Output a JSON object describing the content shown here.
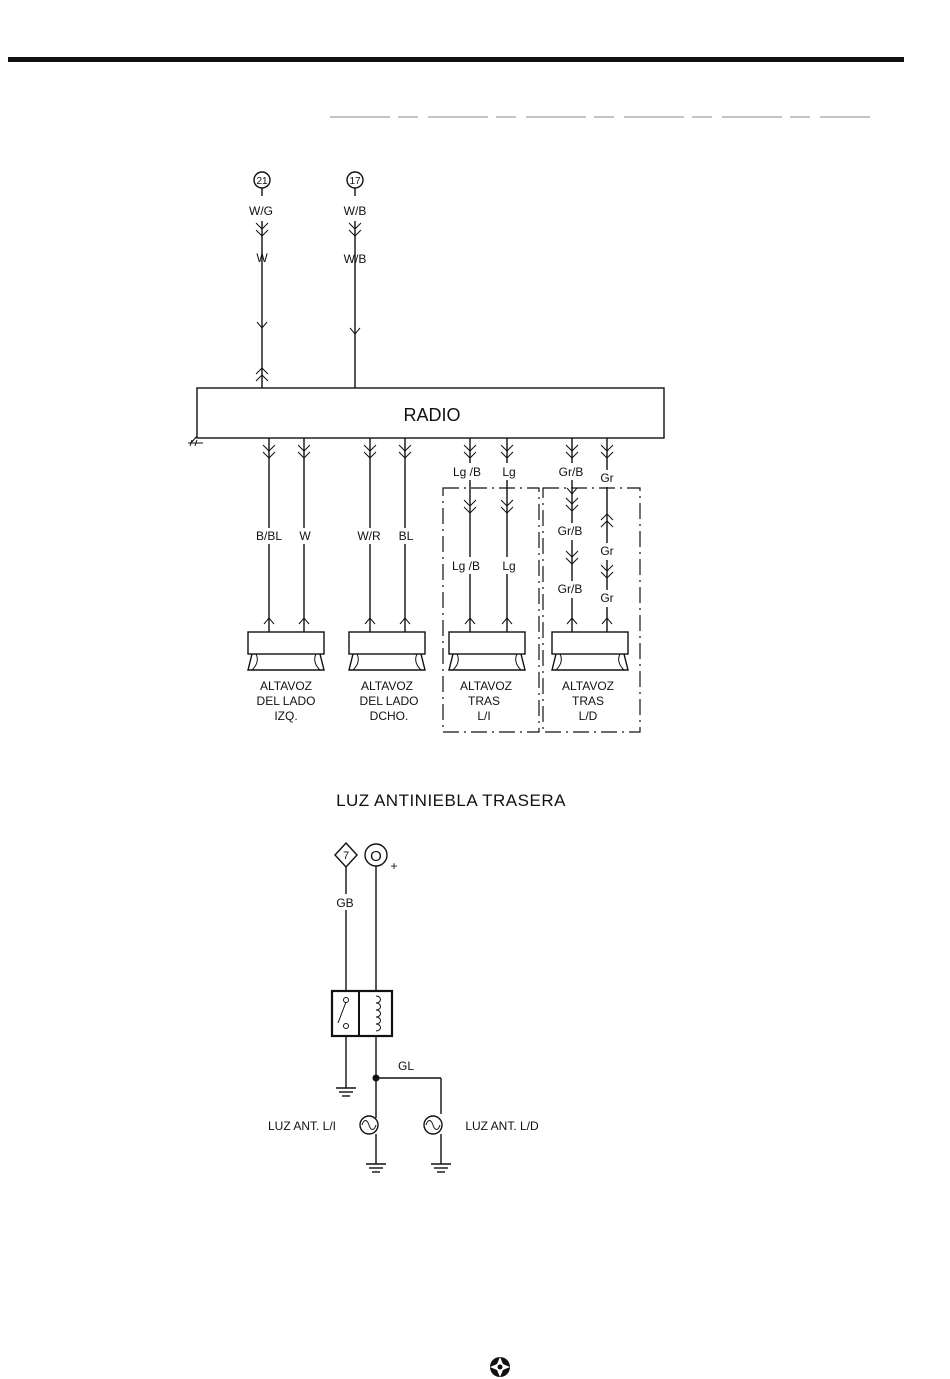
{
  "radio_diagram": {
    "radio_label": "RADIO",
    "connectors": [
      {
        "id": "21",
        "wire_top": "W/G",
        "wire_mid": "W"
      },
      {
        "id": "17",
        "wire_top": "W/B",
        "wire_mid": "W/B"
      }
    ],
    "wires_out": {
      "front_left": [
        "B/BL",
        "W"
      ],
      "front_right": [
        "W/R",
        "BL"
      ],
      "rear_left_top": [
        "Lg /B",
        "Lg"
      ],
      "rear_left_bottom": [
        "Lg /B",
        "Lg"
      ],
      "rear_right_1": [
        "Gr/B",
        "Gr"
      ],
      "rear_right_2": [
        "Gr/B",
        "Gr"
      ],
      "rear_right_3": [
        "Gr/B",
        "Gr"
      ]
    },
    "speakers": [
      {
        "line1": "ALTAVOZ",
        "line2": "DEL  LADO",
        "line3": "IZQ."
      },
      {
        "line1": "ALTAVOZ",
        "line2": "DEL  LADO",
        "line3": "DCHO."
      },
      {
        "line1": "ALTAVOZ",
        "line2": "TRAS",
        "line3": "L/I"
      },
      {
        "line1": "ALTAVOZ",
        "line2": "TRAS",
        "line3": "L/D"
      }
    ]
  },
  "fog_diagram": {
    "title": "LUZ  ANTINIEBLA  TRASERA",
    "connector_diamond": "7",
    "connector_circle": "O",
    "plus_sign": "+",
    "wire_switch": "GB",
    "wire_lamps": "GL",
    "lamp_left": "LUZ  ANT.  L/I",
    "lamp_right": "LUZ  ANT.  L/D"
  }
}
